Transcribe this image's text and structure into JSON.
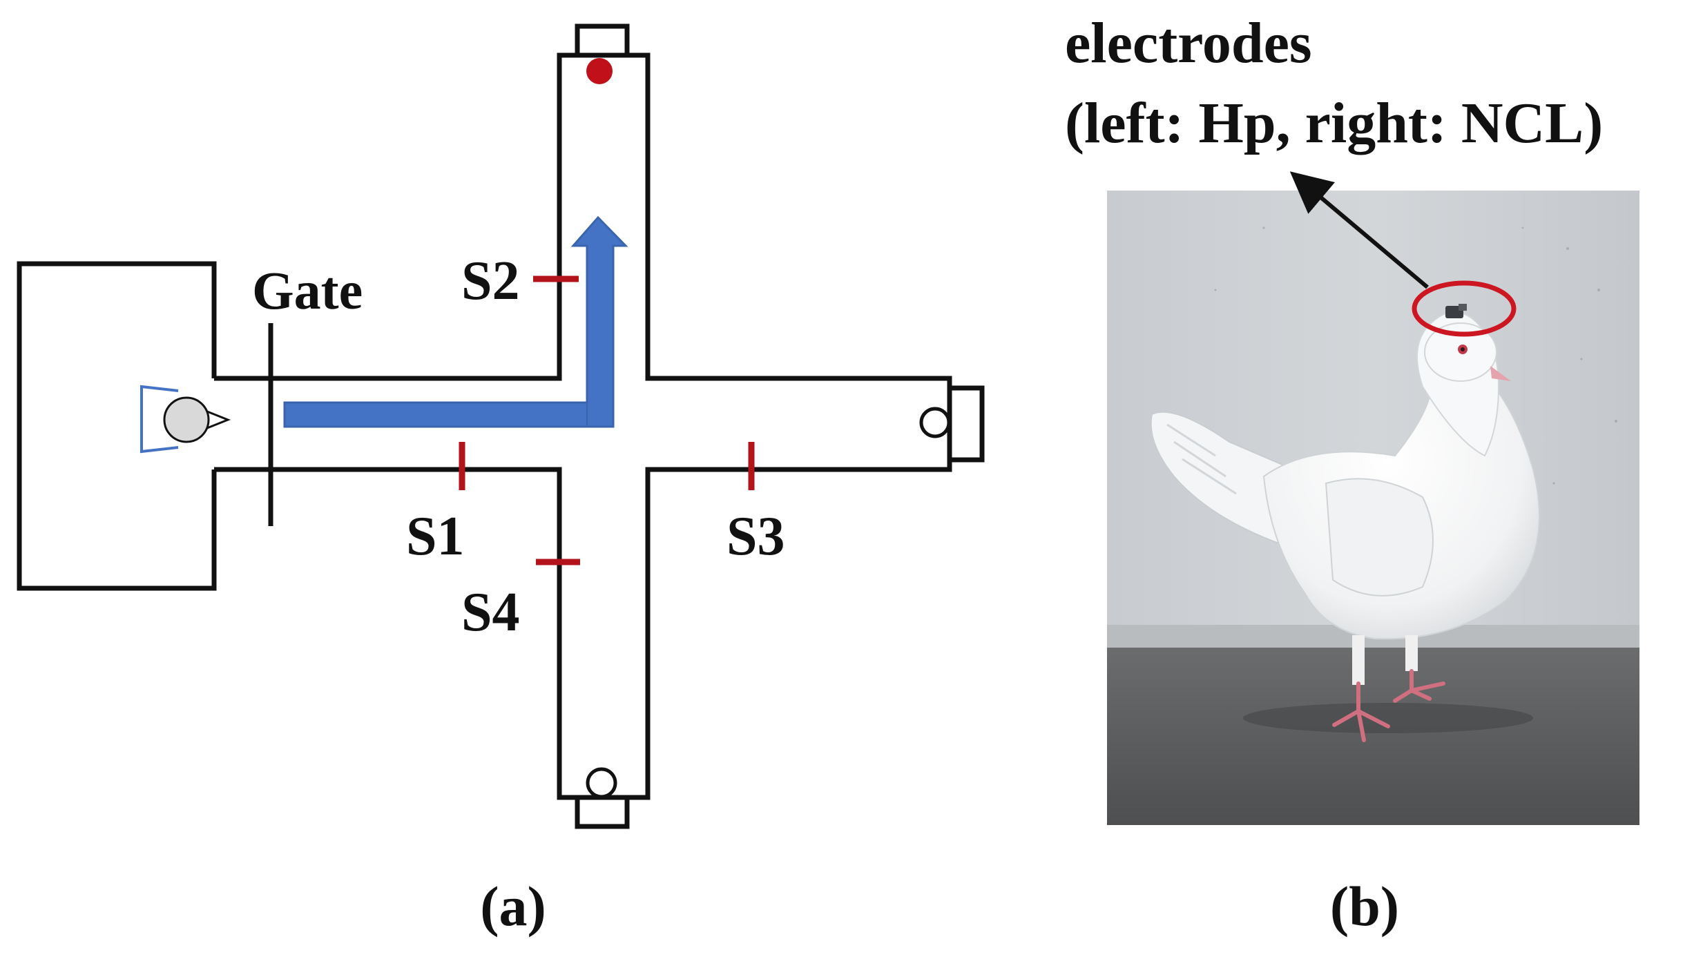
{
  "panel_a": {
    "gate_label": "Gate",
    "sensor_labels": {
      "s1": "S1",
      "s2": "S2",
      "s3": "S3",
      "s4": "S4"
    },
    "caption": "(a)"
  },
  "panel_b": {
    "annotation_line1": "electrodes",
    "annotation_line2": "(left: Hp, right: NCL)",
    "caption": "(b)"
  },
  "colors": {
    "wall": "#111111",
    "sensor": "#b3141c",
    "reward": "#c0101a",
    "route_arrow": "#4472c4",
    "highlight_circle": "#cc1722",
    "photo_wall": "#cdd1d4",
    "photo_floor": "#5b5d5e"
  }
}
